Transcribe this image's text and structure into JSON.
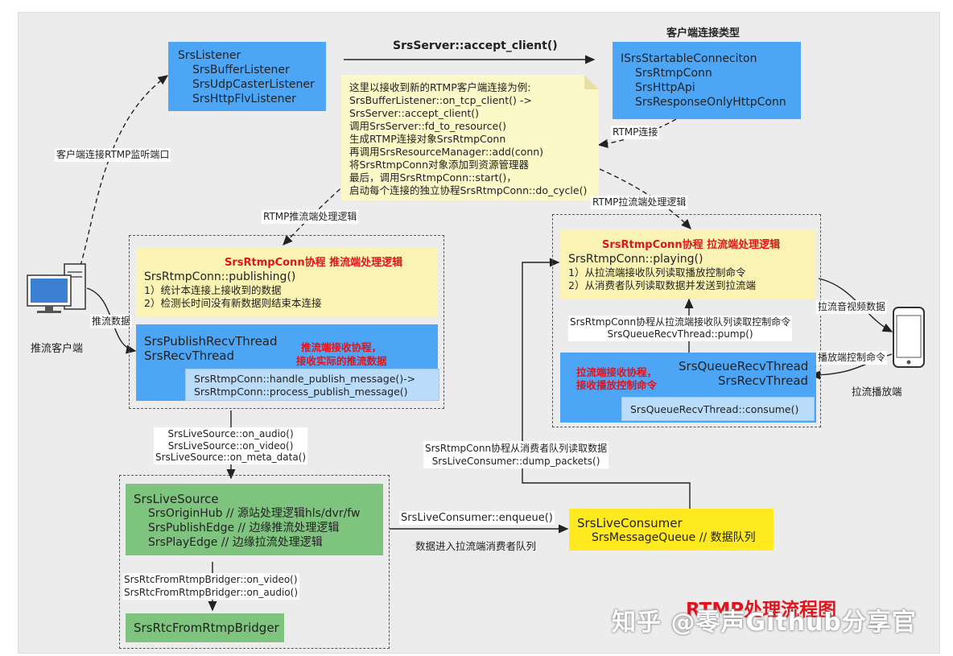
{
  "listener": {
    "title": "SrsListener",
    "items": [
      "SrsBufferListener",
      "SrsUdpCasterListener",
      "SrsHttpFlvListener"
    ]
  },
  "accept_label": "SrsServer::accept_client()",
  "conn_types": {
    "heading": "客户端连接类型",
    "title": "ISrsStartableConneciton",
    "items": [
      "SrsRtmpConn",
      "SrsHttpApi",
      "SrsResponseOnlyHttpConn"
    ]
  },
  "note_lines": [
    "这里以接收到新的RTMP客户端连接为例:",
    "SrsBufferListener::on_tcp_client() ->",
    "SrsServer::accept_client()",
    "调用SrsServer::fd_to_resource()",
    "生成RTMP连接对象SrsRtmpConn",
    "再调用SrsResourceManager::add(conn)",
    "将SrsRtmpConn对象添加到资源管理器",
    "最后，调用SrsRtmpConn::start()，",
    "启动每个连接的独立协程SrsRtmpConn::do_cycle()"
  ],
  "labels": {
    "rtmp_conn": "RTMP连接",
    "client_listen": "客户端连接RTMP监听端口",
    "publish_logic": "RTMP推流端处理逻辑",
    "play_logic": "RTMP拉流端处理逻辑",
    "push_data": "推流数据",
    "publisher_client": "推流客户端",
    "pull_av": "拉流音视频数据",
    "play_ctrl": "播放端控制命令",
    "player_client": "拉流播放端",
    "source_calls": [
      "SrsLiveSource::on_audio()",
      "SrsLiveSource::on_video()",
      "SrsLiveSource::on_meta_data()"
    ],
    "consumer_read": [
      "SrsRtmpConn协程从消费者队列读取数据",
      "SrsLiveConsumer::dump_packets()"
    ],
    "enqueue": "SrsLiveConsumer::enqueue()",
    "enqueue_desc": "数据进入拉流端消费者队列",
    "bridger_calls": [
      "SrsRtcFromRtmpBridger::on_video()",
      "SrsRtcFromRtmpBridger::on_audio()"
    ],
    "pump_desc": [
      "SrsRtmpConn协程从拉流端接收队列读取控制命令",
      "SrsQueueRecvThread::pump()"
    ]
  },
  "publish": {
    "heading": "SrsRtmpConn协程 推流端处理逻辑",
    "func": "SrsRtmpConn::publishing()",
    "steps": [
      "1）统计本连接上接收到的数据",
      "2）检测长时间没有新数据则结束本连接"
    ],
    "recv_title": [
      "SrsPublishRecvThread",
      "SrsRecvThread"
    ],
    "recv_red": [
      "推流端接收协程，",
      "接收实际的推流数据"
    ],
    "recv_funcs": [
      "SrsRtmpConn::handle_publish_message()->",
      "SrsRtmpConn::process_publish_message()"
    ]
  },
  "play": {
    "heading": "SrsRtmpConn协程 拉流端处理逻辑",
    "func": "SrsRtmpConn::playing()",
    "steps": [
      "1）从拉流端接收队列读取播放控制命令",
      "2）从消费者队列读取数据并发送到拉流端"
    ],
    "recv_red": [
      "拉流端接收协程，",
      "接收播放控制命令"
    ],
    "recv_title": [
      "SrsQueueRecvThread",
      "SrsRecvThread"
    ],
    "recv_func": "SrsQueueRecvThread::consume()"
  },
  "source": {
    "title": "SrsLiveSource",
    "items": [
      "SrsOriginHub // 源站处理逻辑hls/dvr/fw",
      "SrsPublishEdge // 边缘推流处理逻辑",
      "SrsPlayEdge // 边缘拉流处理逻辑"
    ]
  },
  "consumer": {
    "title": "SrsLiveConsumer",
    "item": "SrsMessageQueue // 数据队列"
  },
  "bridger": "SrsRtcFromRtmpBridger",
  "diagram_title": "RTMP处理流程图",
  "watermark": "知乎 @零声Github分享官",
  "colors": {
    "blue_box": "#4da6f5",
    "yellow_box": "#faf3b4",
    "green_box": "#7ec47e",
    "gold_box": "#ffea20",
    "red_text": "#e0141c"
  }
}
